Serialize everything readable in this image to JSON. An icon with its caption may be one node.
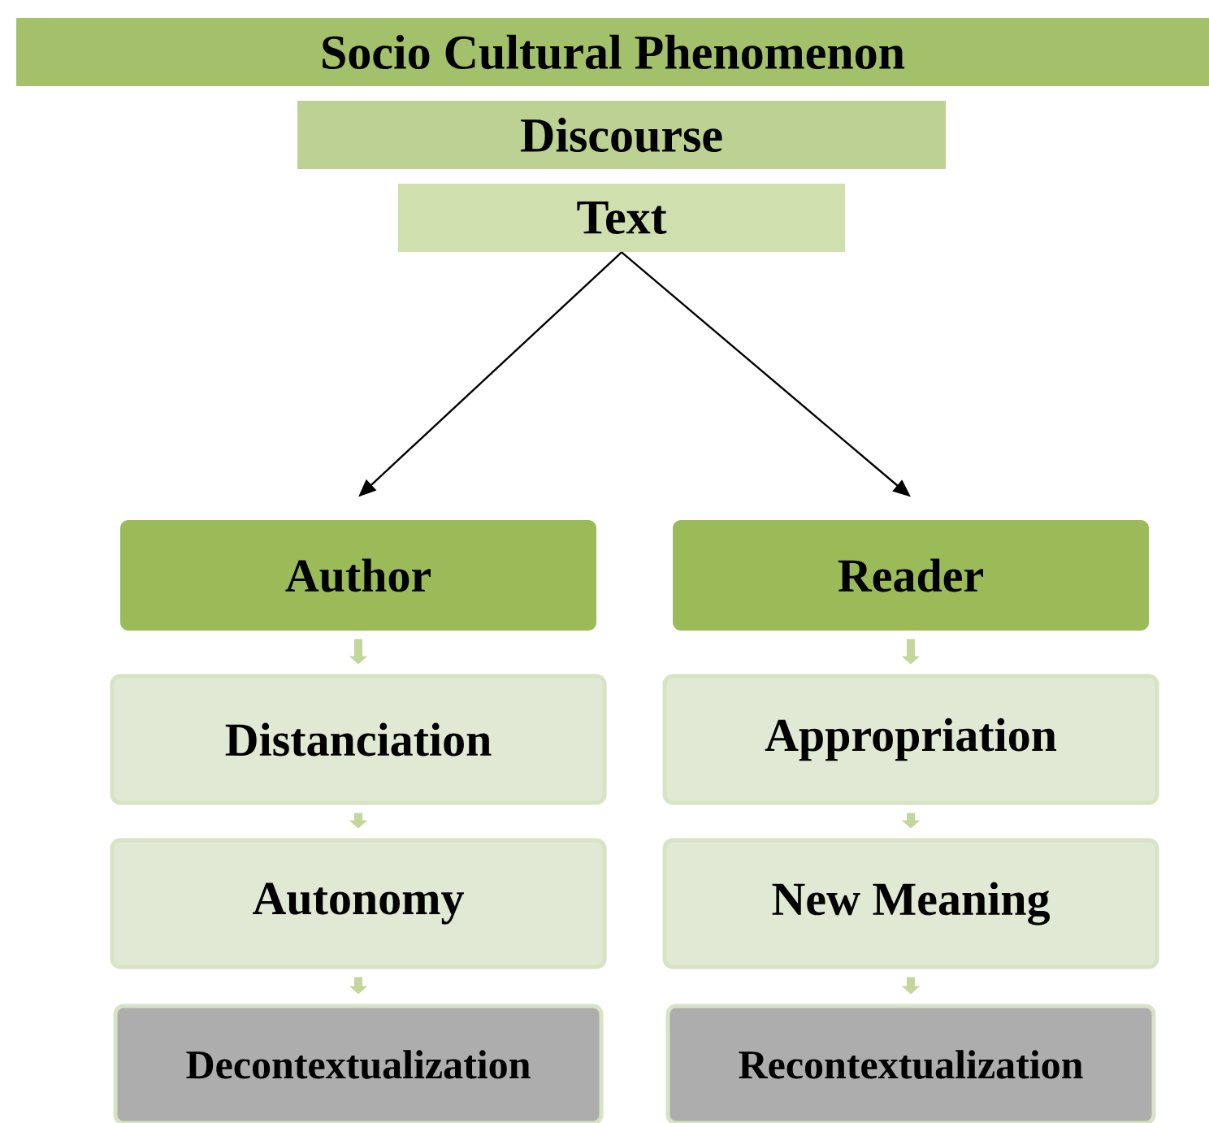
{
  "diagram": {
    "nodes": [
      {
        "text": [
          "Socio Cultural Phenomenon"
        ]
      },
      {
        "text": [
          "Discourse"
        ]
      },
      {
        "text": [
          "Text"
        ]
      },
      {
        "text": [
          "Author"
        ]
      },
      {
        "text": [
          "Reader"
        ]
      },
      {
        "text": [
          "Distanciation"
        ]
      },
      {
        "text": [
          "Appropriation"
        ]
      },
      {
        "text": [
          "Autonomy"
        ]
      },
      {
        "text": [
          "New Meaning"
        ]
      },
      {
        "text": [
          "Decontextualization"
        ]
      },
      {
        "text": [
          "Recontextualization"
        ]
      }
    ],
    "edges": [
      {
        "from": 2,
        "to": 3,
        "arrow": "to",
        "color": "#000000"
      },
      {
        "from": 2,
        "to": 4,
        "arrow": "to",
        "color": "#000000"
      },
      {
        "from": 3,
        "to": 5,
        "arrow": "to",
        "color": "#c3d69b"
      },
      {
        "from": 5,
        "to": 7,
        "arrow": "to",
        "color": "#c3d69b"
      },
      {
        "from": 7,
        "to": 9,
        "arrow": "to",
        "color": "#c3d69b"
      },
      {
        "from": 4,
        "to": 6,
        "arrow": "to",
        "color": "#c3d69b"
      },
      {
        "from": 6,
        "to": 8,
        "arrow": "to",
        "color": "#c3d69b"
      },
      {
        "from": 8,
        "to": 10,
        "arrow": "to",
        "color": "#c3d69b"
      }
    ]
  }
}
